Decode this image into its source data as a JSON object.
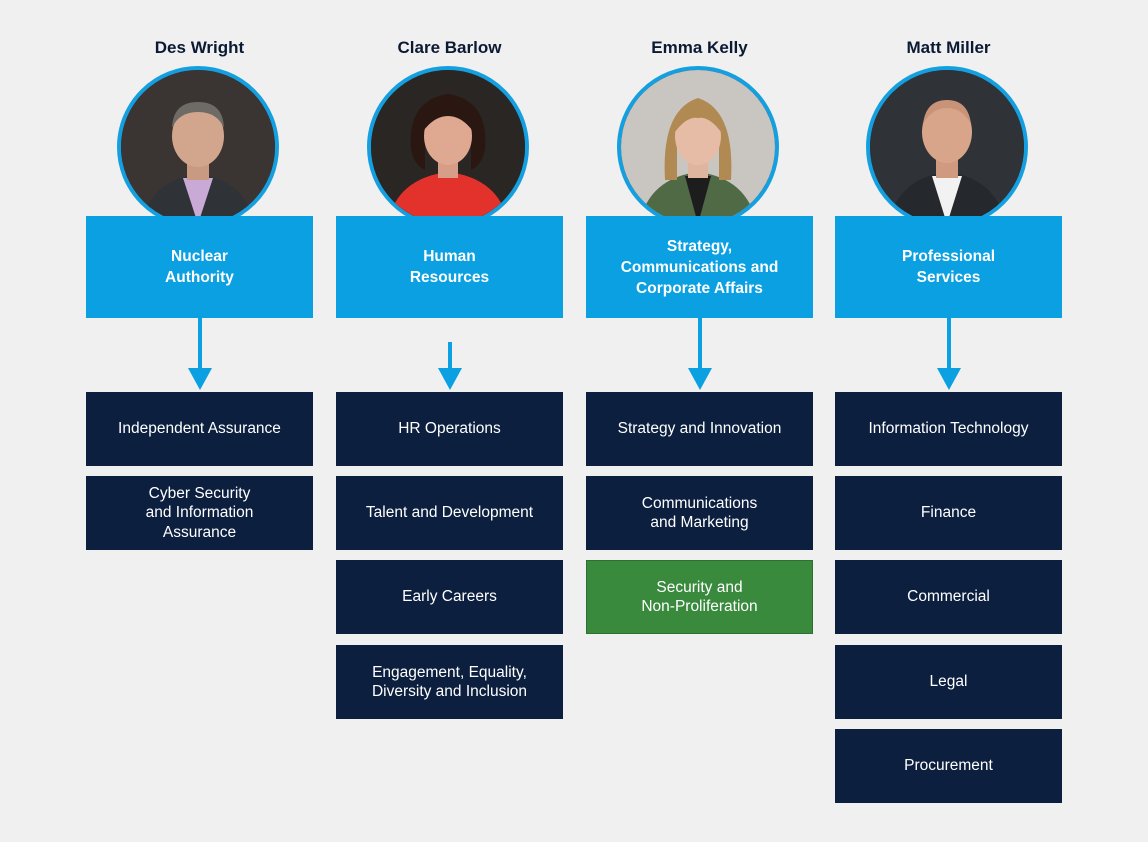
{
  "colors": {
    "leader_box": "#0aa0e2",
    "team_box": "#0c1f3f",
    "highlight_box": "#3a8a3e",
    "name_text": "#0b1a33",
    "background": "#f0f0f0"
  },
  "columns": [
    {
      "name": "Des Wright",
      "photo": "portrait-man-grey-hair",
      "department": "Nuclear\nAuthority",
      "teams": [
        {
          "label": "Independent Assurance",
          "highlight": false
        },
        {
          "label": "Cyber Security\nand Information\nAssurance",
          "highlight": false
        }
      ]
    },
    {
      "name": "Clare Barlow",
      "photo": "portrait-woman-red-top",
      "department": "Human\nResources",
      "teams": [
        {
          "label": "HR Operations",
          "highlight": false
        },
        {
          "label": "Talent and Development",
          "highlight": false
        },
        {
          "label": "Early Careers",
          "highlight": false
        },
        {
          "label": "Engagement, Equality,\nDiversity and Inclusion",
          "highlight": false
        }
      ]
    },
    {
      "name": "Emma Kelly",
      "photo": "portrait-woman-green-blazer",
      "department": "Strategy,\nCommunications and\nCorporate Affairs",
      "teams": [
        {
          "label": "Strategy and Innovation",
          "highlight": false
        },
        {
          "label": "Communications\nand Marketing",
          "highlight": false
        },
        {
          "label": "Security and\nNon-Proliferation",
          "highlight": true
        }
      ]
    },
    {
      "name": "Matt Miller",
      "photo": "portrait-man-dark-suit",
      "department": "Professional\nServices",
      "teams": [
        {
          "label": "Information Technology",
          "highlight": false
        },
        {
          "label": "Finance",
          "highlight": false
        },
        {
          "label": "Commercial",
          "highlight": false
        },
        {
          "label": "Legal",
          "highlight": false
        },
        {
          "label": "Procurement",
          "highlight": false
        }
      ]
    }
  ]
}
